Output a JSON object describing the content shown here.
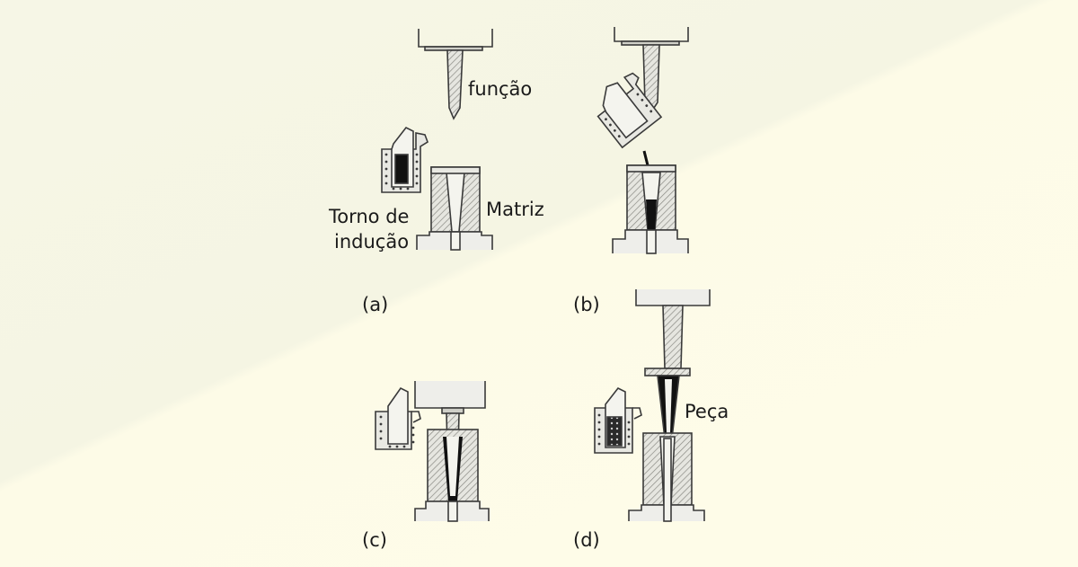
{
  "labels": {
    "funcao": "função",
    "torno_line1": "Torno de",
    "torno_line2": "indução",
    "matriz": "Matriz",
    "peca": "Peça"
  },
  "captions": {
    "a": "(a)",
    "b": "(b)",
    "c": "(c)",
    "d": "(d)"
  },
  "colors": {
    "line": "#3a3a3a",
    "fill_light": "#eeeeea",
    "hatch": "#8a8a84",
    "melt": "#111111",
    "background": "#f6f6e6"
  }
}
